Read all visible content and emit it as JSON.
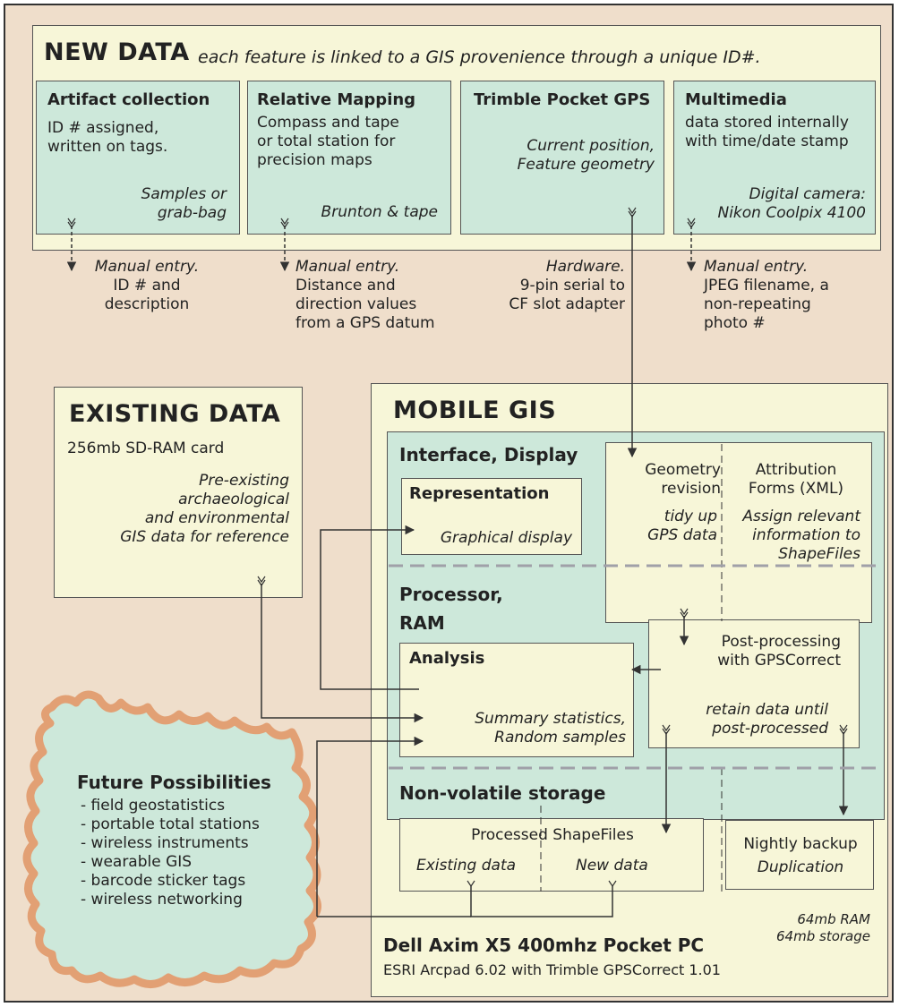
{
  "new_data": {
    "title": "NEW DATA",
    "subtitle": "each feature is linked to a GIS provenience through a unique ID#.",
    "sources": [
      {
        "title": "Artifact collection",
        "desc": "ID # assigned,\nwritten on tags.",
        "tool": "Samples or\ngrab-bag"
      },
      {
        "title": "Relative Mapping",
        "desc": "Compass and tape\nor total station for\nprecision maps",
        "tool": "Brunton & tape"
      },
      {
        "title": "Trimble Pocket GPS",
        "desc": "Current position,\nFeature geometry",
        "tool": ""
      },
      {
        "title": "Multimedia",
        "desc": "data stored internally\nwith time/date stamp",
        "tool": "Digital camera:\nNikon Coolpix 4100"
      }
    ],
    "entries": [
      {
        "lead": "Manual entry.",
        "text": "ID # and\ndescription"
      },
      {
        "lead": "Manual entry.",
        "text": "Distance and\ndirection values\nfrom a GPS datum"
      },
      {
        "lead": "Hardware.",
        "text": "9-pin serial to\nCF slot adapter"
      },
      {
        "lead": "Manual entry.",
        "text": "JPEG filename, a\nnon-repeating\nphoto #"
      }
    ]
  },
  "existing_data": {
    "title": "EXISTING DATA",
    "subtitle": "256mb SD-RAM card",
    "desc": "Pre-existing\narchaeological\nand environmental\nGIS data for reference"
  },
  "mobile_gis": {
    "title": "MOBILE GIS",
    "interface": {
      "title": "Interface, Display",
      "representation_title": "Representation",
      "representation_desc": "Graphical display",
      "geometry_revision": "Geometry\nrevision",
      "geometry_note": "tidy up\nGPS data",
      "attribution": "Attribution\nForms (XML)",
      "attribution_note": "Assign relevant\ninformation to\nShapeFiles"
    },
    "processor": {
      "title": "Processor,\nRAM",
      "analysis_title": "Analysis",
      "analysis_desc": "Summary statistics,\nRandom samples",
      "postproc": "Post-processing\nwith GPSCorrect",
      "postproc_note": "retain data until\npost-processed"
    },
    "storage": {
      "title": "Non-volatile storage",
      "processed": "Processed ShapeFiles",
      "existing": "Existing data",
      "new": "New data",
      "backup": "Nightly backup",
      "backup_note": "Duplication"
    },
    "device": "Dell Axim X5 400mhz Pocket PC",
    "software": "ESRI Arcpad 6.02 with Trimble GPSCorrect 1.01",
    "memory": "64mb RAM\n64mb storage"
  },
  "future": {
    "title": "Future Possibilities",
    "items": [
      "- field geostatistics",
      "- portable total stations",
      "- wireless instruments",
      "- wearable GIS",
      "- barcode sticker tags",
      "- wireless networking"
    ]
  },
  "colors": {
    "background": "#efdecb",
    "cream": "#f7f6d8",
    "teal": "#cde8da",
    "line": "#333333",
    "dashed_divider": "#a0a0a8"
  }
}
